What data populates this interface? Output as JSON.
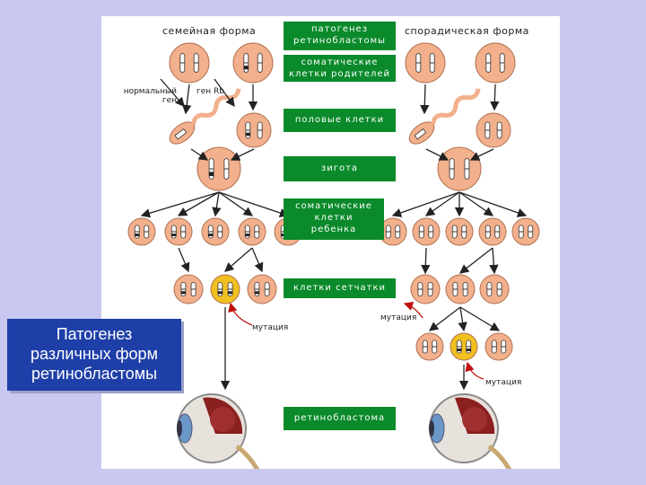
{
  "labels": {
    "familial_form": "семейная форма",
    "sporadic_form": "спорадическая форма",
    "normal_gene": "нормальный\nген",
    "rb_gene": "ген Rb",
    "mutation_mid": "мутация",
    "mutation_right": "мутация",
    "mutation_bottom": "мутация"
  },
  "boxes": {
    "pathogenesis": "патогенез\nретинобластомы",
    "parent_cells": "соматические\nклетки родителей",
    "germ_cells": "половые клетки",
    "zygote": "зигота",
    "child_cells": "соматические\nклетки\nребенка",
    "retina_cells": "клетки сетчатки",
    "retinoblastoma": "ретинобластома"
  },
  "title": {
    "line1": "Патогенез",
    "line2": "различных форм",
    "line3": "ретинобластомы"
  },
  "colors": {
    "background": "#c8c8f0",
    "cell": "#f2b08c",
    "cell_mutant": "#f0c020",
    "green_box": "#0a8a2a",
    "title_box": "#1f3fa8",
    "mutation_arrow": "#c01010"
  }
}
